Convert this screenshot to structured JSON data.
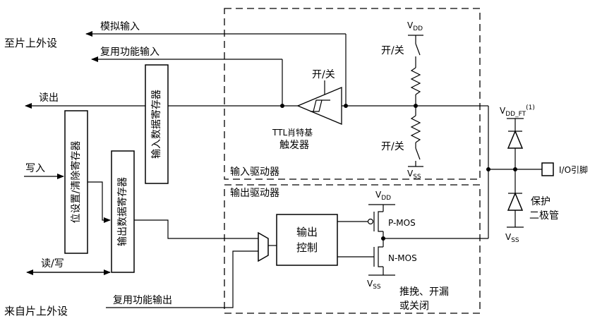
{
  "labels": {
    "to_peripheral": "至片上外设",
    "from_peripheral": "来自片上外设",
    "analog_input": "模拟输入",
    "af_input": "复用功能输入",
    "read_out": "读出",
    "write_in": "写入",
    "read_write": "读/写",
    "af_output": "复用功能输出",
    "input_data_reg": "输入数据寄存器",
    "bsrr_reg": "位设置/清除寄存器",
    "output_data_reg": "输出数据寄存器",
    "output_control_1": "输出",
    "output_control_2": "控制",
    "ttl_1": "TTL肖特基",
    "ttl_2": "触发器",
    "switch_ttl": "开/关",
    "switch_pu": "开/关",
    "switch_pd": "开/关",
    "vdd_top": "V",
    "vdd_top_sub": "DD",
    "vss_mid": "V",
    "vss_mid_sub": "SS",
    "vdd_ft": "V",
    "vdd_ft_sub": "DD_FT",
    "vdd_ft_sup": "(1)",
    "vdd_out": "V",
    "vdd_out_sub": "DD",
    "vss_out": "V",
    "vss_out_sub": "SS",
    "vss_right": "V",
    "vss_right_sub": "SS",
    "input_driver": "输入驱动器",
    "output_driver": "输出驱动器",
    "pmos": "P-MOS",
    "nmos": "N-MOS",
    "io_pin": "I/O引脚",
    "protect_1": "保护",
    "protect_2": "二极管",
    "mode_1": "推挽、开漏",
    "mode_2": "或关闭"
  }
}
